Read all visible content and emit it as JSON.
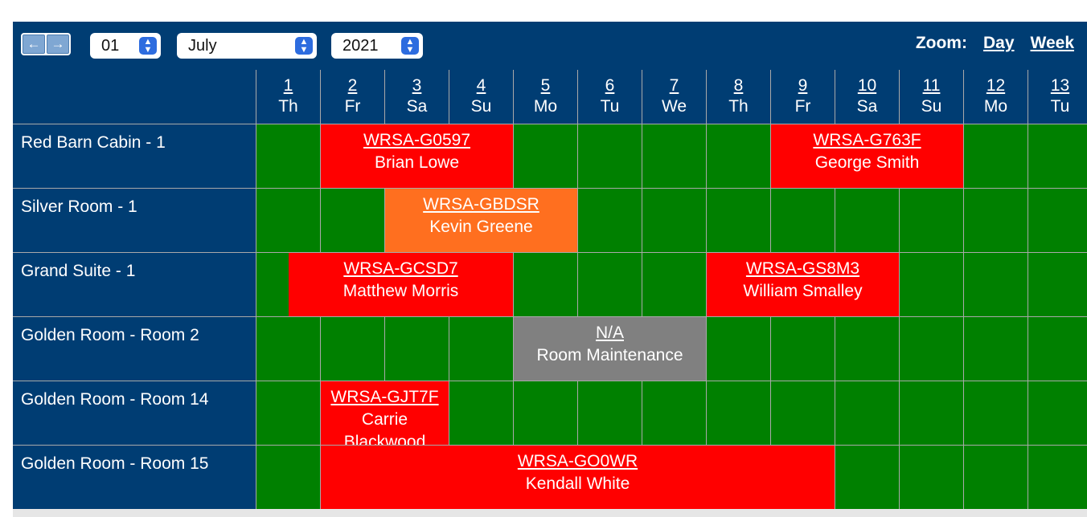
{
  "toolbar": {
    "day_value": "01",
    "month_value": "July",
    "year_value": "2021",
    "zoom_label": "Zoom:",
    "zoom_day": "Day",
    "zoom_week": "Week"
  },
  "days": [
    {
      "num": "1",
      "dow": "Th"
    },
    {
      "num": "2",
      "dow": "Fr"
    },
    {
      "num": "3",
      "dow": "Sa"
    },
    {
      "num": "4",
      "dow": "Su"
    },
    {
      "num": "5",
      "dow": "Mo"
    },
    {
      "num": "6",
      "dow": "Tu"
    },
    {
      "num": "7",
      "dow": "We"
    },
    {
      "num": "8",
      "dow": "Th"
    },
    {
      "num": "9",
      "dow": "Fr"
    },
    {
      "num": "10",
      "dow": "Sa"
    },
    {
      "num": "11",
      "dow": "Su"
    },
    {
      "num": "12",
      "dow": "Mo"
    },
    {
      "num": "13",
      "dow": "Tu"
    }
  ],
  "rooms": [
    "Red Barn Cabin - 1",
    "Silver Room - 1",
    "Grand Suite - 1",
    "Golden Room - Room 2",
    "Golden Room - Room 14",
    "Golden Room - Room 15"
  ],
  "bookings": [
    {
      "room": 0,
      "start": 2.0,
      "end": 5.0,
      "ref": "WRSA-G0597",
      "name": "Brian Lowe",
      "color": "#ff0000"
    },
    {
      "room": 0,
      "start": 9.0,
      "end": 12.0,
      "ref": "WRSA-G763F",
      "name": "George Smith",
      "color": "#ff0000"
    },
    {
      "room": 1,
      "start": 3.0,
      "end": 6.0,
      "ref": "WRSA-GBDSR",
      "name": "Kevin Greene",
      "color": "#ff6f1f"
    },
    {
      "room": 2,
      "start": 1.5,
      "end": 5.0,
      "ref": "WRSA-GCSD7",
      "name": "Matthew Morris",
      "color": "#ff0000"
    },
    {
      "room": 2,
      "start": 8.0,
      "end": 11.0,
      "ref": "WRSA-GS8M3",
      "name": "William Smalley",
      "color": "#ff0000"
    },
    {
      "room": 3,
      "start": 5.0,
      "end": 8.0,
      "ref": "N/A",
      "name": "Room Maintenance",
      "color": "#808080"
    },
    {
      "room": 4,
      "start": 2.0,
      "end": 4.0,
      "ref": "WRSA-GJT7F",
      "name": "Carrie Blackwood",
      "color": "#ff0000"
    },
    {
      "room": 5,
      "start": 2.0,
      "end": 10.0,
      "ref": "WRSA-GO0WR",
      "name": "Kendall White",
      "color": "#ff0000"
    }
  ],
  "colors": {
    "available": "#008000",
    "header": "#003d73"
  }
}
